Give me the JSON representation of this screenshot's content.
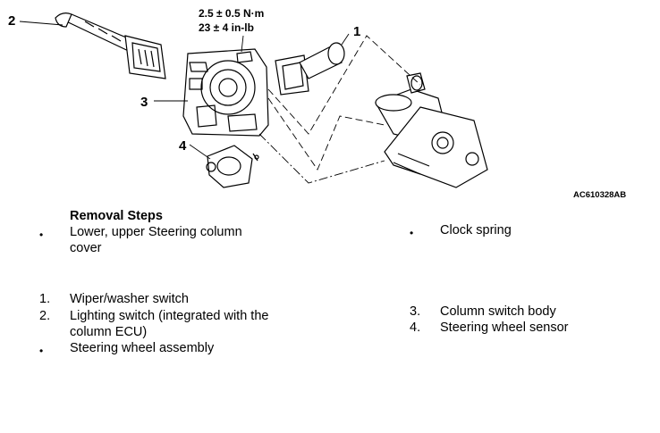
{
  "diagram": {
    "callouts": [
      "1",
      "2",
      "3",
      "4"
    ],
    "torque_line1": "2.5 ± 0.5 N·m",
    "torque_line2": "23 ± 4 in-lb",
    "figure_id": "AC610328AB"
  },
  "removal": {
    "heading": "Removal Steps",
    "bullet": "•",
    "left_top_item": "Lower, upper Steering column cover",
    "right_top_item": "Clock spring",
    "left_numbered": [
      {
        "num": "1.",
        "text": "Wiper/washer switch"
      },
      {
        "num": "2.",
        "text": "Lighting switch (integrated with the column ECU)"
      }
    ],
    "left_bottom_item": "Steering wheel assembly",
    "right_numbered": [
      {
        "num": "3.",
        "text": "Column switch body"
      },
      {
        "num": "4.",
        "text": "Steering wheel sensor"
      }
    ]
  }
}
